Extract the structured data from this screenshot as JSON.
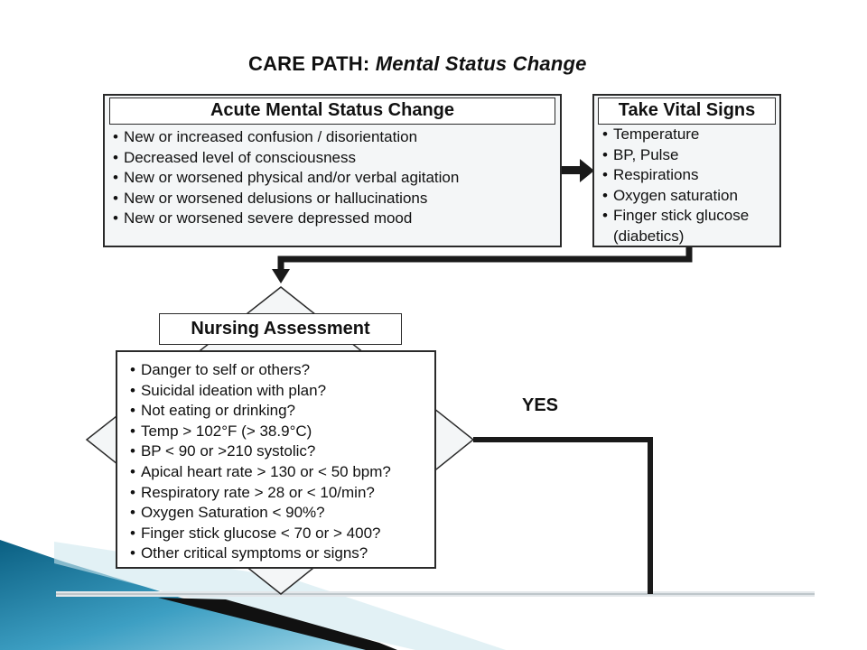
{
  "title": {
    "prefix": "CARE PATH:",
    "emphasis": "Mental Status Change"
  },
  "acute": {
    "header": "Acute Mental Status Change",
    "items": [
      "New or increased confusion / disorientation",
      "Decreased level of consciousness",
      "New or worsened physical and/or verbal agitation",
      "New or worsened delusions or hallucinations",
      "New or worsened severe depressed mood"
    ]
  },
  "vitals": {
    "header": "Take Vital Signs",
    "items": [
      "Temperature",
      "BP, Pulse",
      "Respirations",
      "Oxygen saturation",
      "Finger stick glucose"
    ],
    "continuation": "(diabetics)"
  },
  "nursing": {
    "header": "Nursing Assessment",
    "items": [
      "Danger to self or others?",
      "Suicidal ideation with plan?",
      "Not eating or drinking?",
      "Temp > 102°F (> 38.9°C)",
      "BP < 90 or >210 systolic?",
      "Apical heart rate > 130 or < 50 bpm?",
      "Respiratory rate > 28 or < 10/min?",
      "Oxygen Saturation < 90%?",
      "Finger stick glucose < 70 or > 400?",
      "Other critical symptoms or signs?"
    ]
  },
  "yes_label": "YES",
  "colors": {
    "teal_dark": "#0a5f82",
    "teal_light": "#5fb8d6",
    "box_fill": "#f4f6f7",
    "line": "#1a1a1a"
  }
}
